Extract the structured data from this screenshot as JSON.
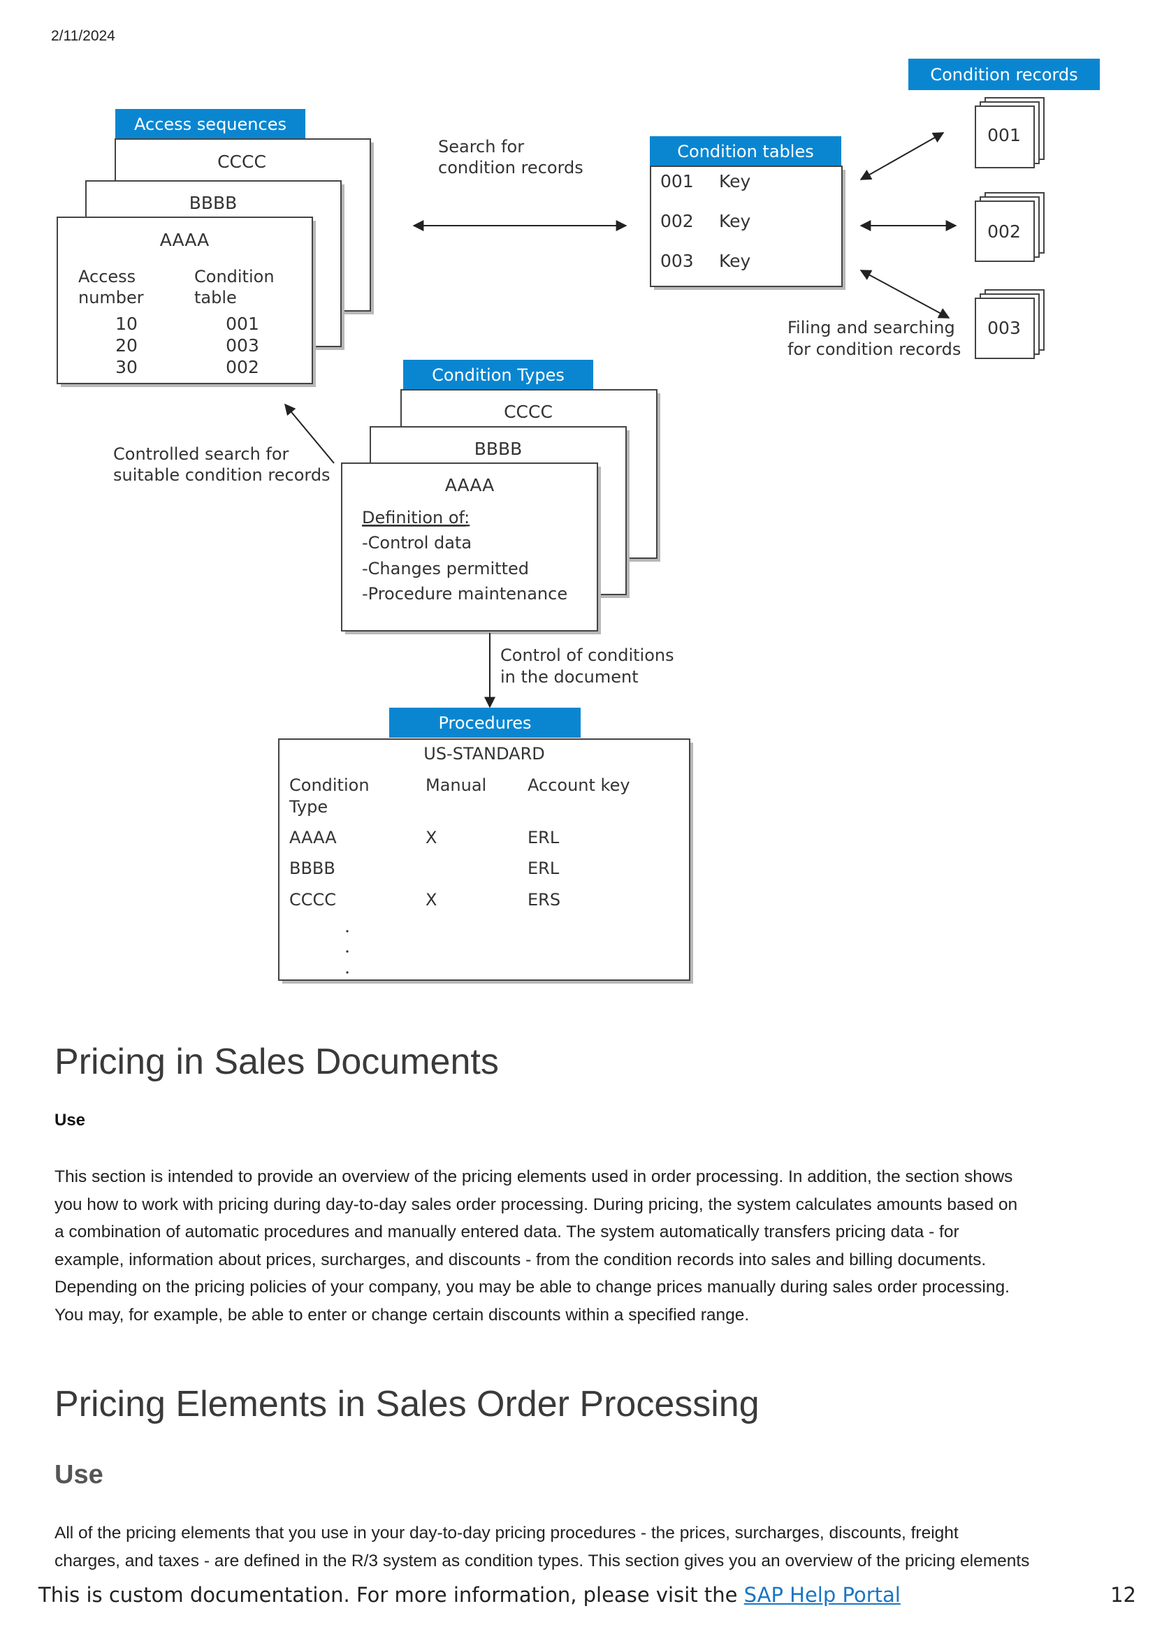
{
  "page": {
    "date": "2/11/2024",
    "page_number": "12"
  },
  "diagram": {
    "access_sequences": {
      "header": "Access sequences",
      "stack": [
        "CCCC",
        "BBBB",
        "AAAA"
      ],
      "col1_header": [
        "Access",
        "number"
      ],
      "col2_header": [
        "Condition",
        "table"
      ],
      "rows": [
        {
          "access": "10",
          "table": "001"
        },
        {
          "access": "20",
          "table": "003"
        },
        {
          "access": "30",
          "table": "002"
        }
      ]
    },
    "search_label": [
      "Search for",
      "condition records"
    ],
    "condition_tables": {
      "header": "Condition tables",
      "rows": [
        {
          "num": "001",
          "key": "Key"
        },
        {
          "num": "002",
          "key": "Key"
        },
        {
          "num": "003",
          "key": "Key"
        }
      ]
    },
    "condition_records": {
      "header": "Condition records",
      "items": [
        "001",
        "002",
        "003"
      ]
    },
    "filing_label": [
      "Filing and searching",
      "for condition records"
    ],
    "controlled_label": [
      "Controlled search for",
      "suitable condition records"
    ],
    "condition_types": {
      "header": "Condition Types",
      "stack": [
        "CCCC",
        "BBBB",
        "AAAA"
      ],
      "definition_title": "Definition of:",
      "definition_items": [
        "-Control data",
        "-Changes permitted",
        "-Procedure maintenance"
      ]
    },
    "control_label": [
      "Control of conditions",
      "in the document"
    ],
    "procedures": {
      "header": "Procedures",
      "name": "US-STANDARD",
      "col_headers": {
        "type": [
          "Condition",
          "Type"
        ],
        "manual": "Manual",
        "account": "Account key"
      },
      "rows": [
        {
          "type": "AAAA",
          "manual": "X",
          "account": "ERL"
        },
        {
          "type": "BBBB",
          "manual": "",
          "account": "ERL"
        },
        {
          "type": "CCCC",
          "manual": "X",
          "account": "ERS"
        }
      ]
    }
  },
  "section1": {
    "title": "Pricing in Sales Documents",
    "use_label": "Use",
    "paragraph_lines": [
      "This section is intended to provide an overview of the pricing elements used in order processing. In addition, the section shows",
      "you how to work with pricing during day-to-day sales order processing. During pricing, the system calculates amounts based on",
      "a combination of automatic procedures and manually entered data. The system automatically transfers pricing data - for",
      "example, information about prices, surcharges, and discounts - from the condition records into sales and billing documents.",
      "Depending on the pricing policies of your company, you may be able to change prices manually during sales order processing.",
      "You may, for example, be able to enter or change certain discounts within a specified range."
    ]
  },
  "section2": {
    "title": "Pricing Elements in Sales Order Processing",
    "use_label": "Use",
    "paragraph_lines": [
      "All of the pricing elements that you use in your day-to-day pricing procedures - the prices, surcharges, discounts, freight",
      "charges, and taxes - are defined in the R/3 system as condition types. This section gives you an overview of the pricing elements"
    ]
  },
  "footer": {
    "text": "This is custom documentation. For more information, please visit the ",
    "link_text": "SAP Help Portal"
  }
}
